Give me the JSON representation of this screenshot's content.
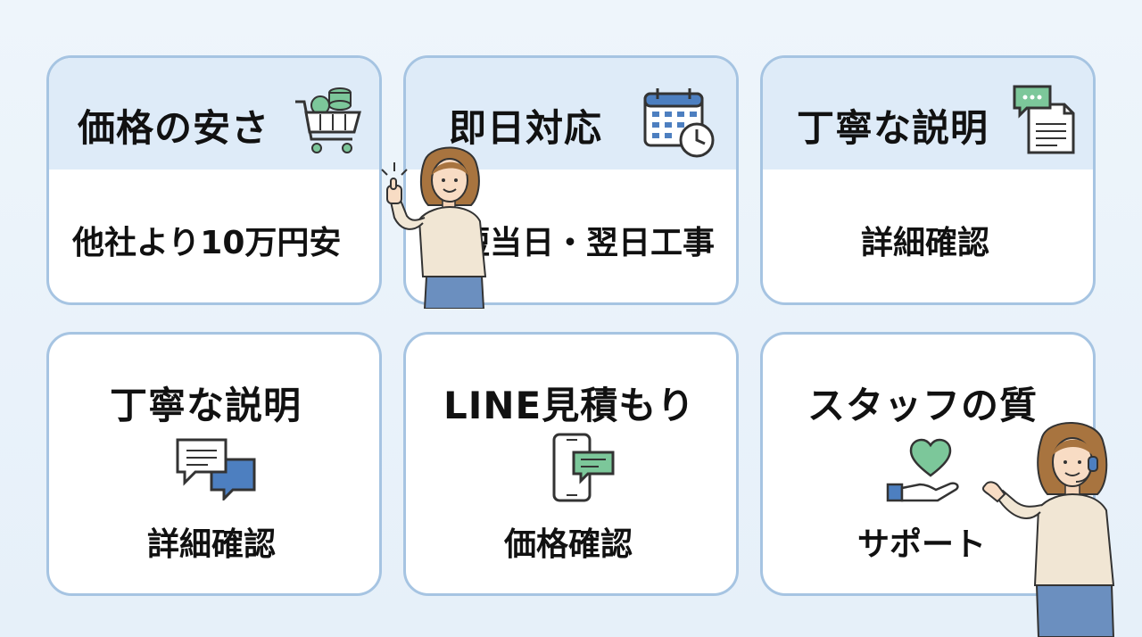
{
  "cards": [
    {
      "title": "価格の安さ",
      "subtitle": "他社より10万円安",
      "icon": "shopping-cart-coins-icon"
    },
    {
      "title": "即日対応",
      "subtitle": "最短当日・翌日工事",
      "icon": "calendar-clock-icon"
    },
    {
      "title": "丁寧な説明",
      "subtitle": "詳細確認",
      "icon": "chat-document-icon"
    },
    {
      "title": "丁寧な説明",
      "subtitle": "詳細確認",
      "icon": "speech-bubbles-icon"
    },
    {
      "title": "LINE見積もり",
      "subtitle": "価格確認",
      "icon": "smartphone-chat-icon"
    },
    {
      "title": "スタッフの質",
      "subtitle": "サポート",
      "icon": "heart-hand-icon"
    }
  ],
  "colors": {
    "border": "#a6c4e2",
    "band": "#deebf8",
    "accent_green": "#7cc79a",
    "accent_blue": "#4d7fc0"
  }
}
